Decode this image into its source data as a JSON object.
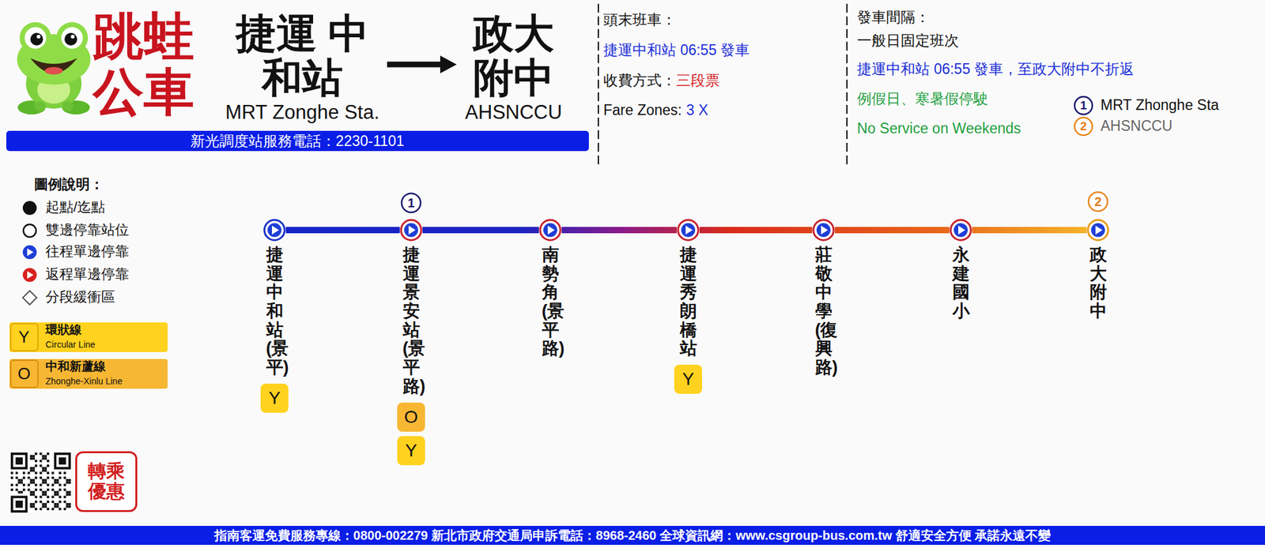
{
  "diagram": {
    "title": "跳蛙 公車",
    "nodes": [
      {
        "text": [
          "捷運中和站(景平)"
        ]
      },
      {
        "text": [
          "捷運景安站(景平路)"
        ]
      },
      {
        "text": [
          "南勢角(景平路)"
        ]
      },
      {
        "text": [
          "捷運秀朗橋站"
        ]
      },
      {
        "text": [
          "莊敬中學(復興路)"
        ]
      },
      {
        "text": [
          "永建國小"
        ]
      },
      {
        "text": [
          "政大附中"
        ]
      },
      {
        "text": [
          "1"
        ]
      },
      {
        "text": [
          "2"
        ]
      },
      {
        "text": [
          "Y"
        ]
      },
      {
        "text": [
          "O"
        ]
      },
      {
        "text": [
          "Y"
        ]
      },
      {
        "text": [
          "Y"
        ]
      },
      {
        "text": [
          "轉乘 優惠"
        ]
      }
    ],
    "edges": [
      {
        "from": 0,
        "to": 1,
        "arrow": "none"
      },
      {
        "from": 1,
        "to": 2,
        "arrow": "none"
      },
      {
        "from": 2,
        "to": 3,
        "arrow": "none"
      },
      {
        "from": 3,
        "to": 4,
        "arrow": "none"
      },
      {
        "from": 4,
        "to": 5,
        "arrow": "none"
      },
      {
        "from": 5,
        "to": 6,
        "arrow": "none"
      }
    ],
    "labels": [
      "捷運 中和站",
      "政大 附中",
      "MRT Zonghe Sta.",
      "AHSNCCU",
      "新光調度站服務電話：2230-1101",
      "頭末班車：",
      "捷運中和站 06:55 發車",
      "收費方式：",
      "三段票",
      "Fare Zones:",
      "3 X",
      "發車間隔：",
      "一般日固定班次",
      "捷運中和站 06:55 發車，至政大附中不折返",
      "例假日、寒暑假停駛",
      "No Service on Weekends",
      "1",
      "2",
      "圖例說明：",
      "Y",
      "Circular Line",
      "O",
      "Zhonghe-Xinlu Line",
      "指南客運免費服務專線：0800-002279 新北市政府交通局申訴電話：8968-2460 全球資訊網：www.csgroup-bus.com.tw 舒適安全方便 承諾永遠不變"
    ],
    "legend": [
      {
        "text": "起點/迄點"
      },
      {
        "text": "雙邊停靠站位"
      },
      {
        "text": "往程單邊停靠"
      },
      {
        "text": "返程單邊停靠"
      },
      {
        "text": "分段緩衝區"
      },
      {
        "text": "環狀線",
        "color": "#ffd21f"
      },
      {
        "text": "中和新蘆線",
        "color": "#f7b733"
      },
      {
        "text": "MRT Zhonghe Sta"
      },
      {
        "text": "AHSNCCU"
      }
    ]
  }
}
